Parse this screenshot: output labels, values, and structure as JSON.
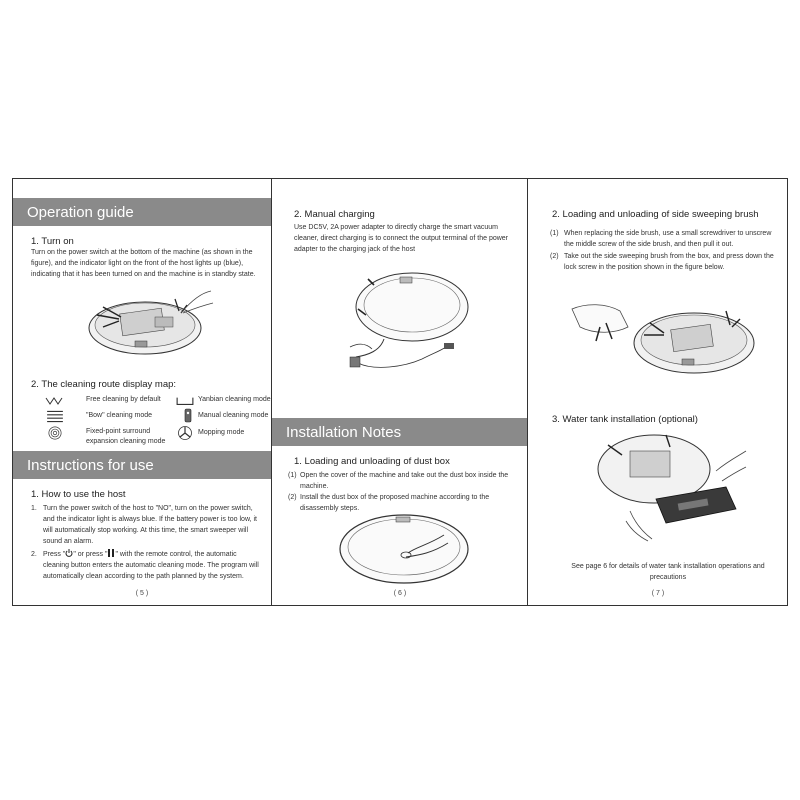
{
  "page5": {
    "banner1": "Operation guide",
    "turn_on": {
      "heading": "1. Turn on",
      "text": "Turn on the power switch at the bottom of the machine (as shown in the figure), and the indicator light on the front of the host lights up (blue), indicating that it has been turned on and the machine is in standby state."
    },
    "route_heading": "2. The cleaning route display map:",
    "modes": [
      {
        "icon": "zigzag-icon",
        "label": "Free cleaning by default"
      },
      {
        "icon": "edge-icon",
        "label": "Yanbian cleaning mode"
      },
      {
        "icon": "bow-icon",
        "label": "\"Bow\" cleaning mode"
      },
      {
        "icon": "remote-icon",
        "label": "Manual cleaning mode"
      },
      {
        "icon": "spiral-icon",
        "label": "Fixed-point surround expansion cleaning mode"
      },
      {
        "icon": "fan-icon",
        "label": "Mopping mode"
      }
    ],
    "banner2": "Instructions for use",
    "how_heading": "1. How to use the host",
    "items": [
      {
        "num": "1.",
        "text": "Turn the power switch of the host to \"NO\", turn on the power switch, and the indicator light is always blue. If the battery power is too low, it will automatically stop working. At this time, the smart sweeper will sound an alarm."
      },
      {
        "num": "2.",
        "text_a": "Press \"",
        "text_b": "\" or press \"",
        "text_c": "\" with the remote control, the automatic cleaning button enters the automatic cleaning mode. The program will automatically clean according to the path planned by the system."
      }
    ],
    "page_num": "( 5 )"
  },
  "page6": {
    "charge_heading": "2. Manual charging",
    "charge_text": "Use DC5V, 2A power adapter to directly charge the smart vacuum cleaner, direct charging is to connect the output terminal of the power adapter to the charging jack of the host",
    "banner": "Installation Notes",
    "dust_heading": "1. Loading and unloading of dust box",
    "items": [
      {
        "num": "(1)",
        "text": "Open the cover of the machine and take out the dust box inside the machine."
      },
      {
        "num": "(2)",
        "text": "Install the dust box of the proposed machine according to the disassembly steps."
      }
    ],
    "page_num": "( 6 )"
  },
  "page7": {
    "brush_heading": "2. Loading and unloading of side sweeping brush",
    "items": [
      {
        "num": "(1)",
        "text": "When replacing the side brush, use a small screwdriver to unscrew the middle screw of the side brush, and then pull it out."
      },
      {
        "num": "(2)",
        "text": "Take out the side sweeping brush from the box, and press down the lock screw in the position shown in the figure below."
      }
    ],
    "tank_heading": "3. Water tank installation (optional)",
    "tank_note": "See page 6 for details of water tank installation operations and precautions",
    "page_num": "( 7 )"
  }
}
